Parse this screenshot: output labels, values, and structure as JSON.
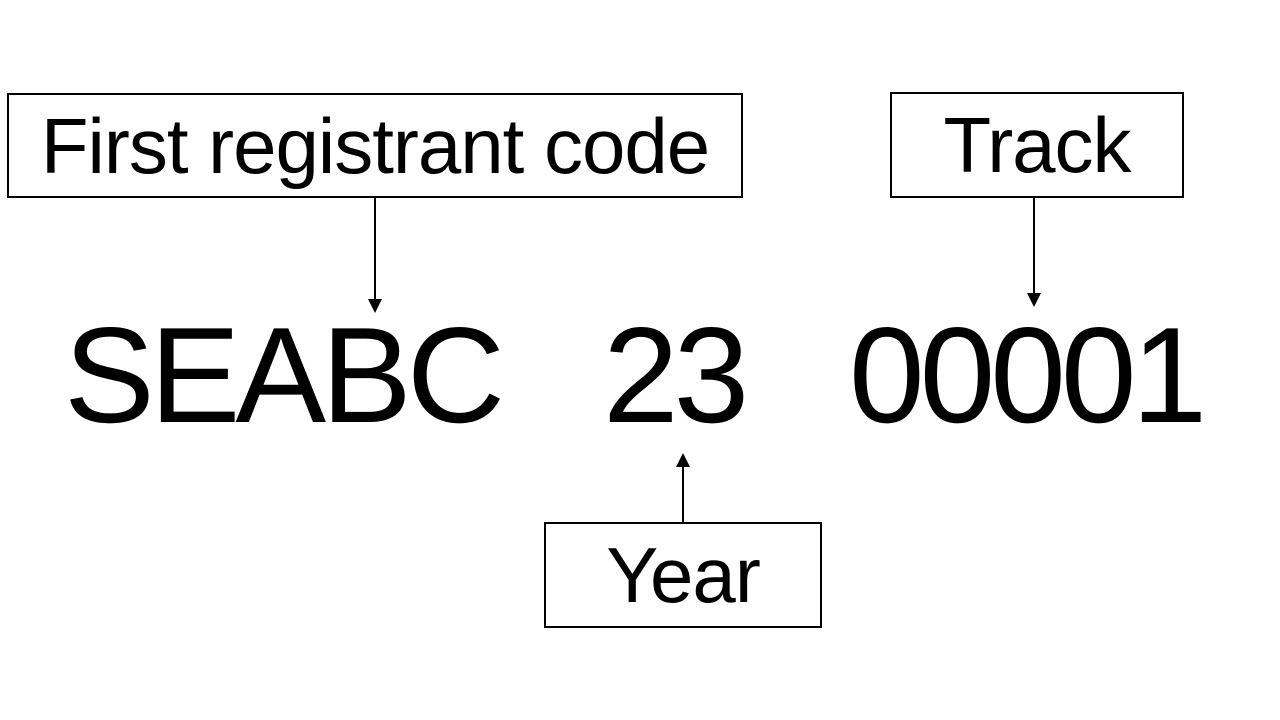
{
  "diagram": {
    "code_parts": [
      {
        "value": "SEABC",
        "label": "First registrant code"
      },
      {
        "value": "23",
        "label": "Year"
      },
      {
        "value": "00001",
        "label": "Track"
      }
    ]
  },
  "colors": {
    "background": "#ffffff",
    "text": "#000000",
    "box_border": "#000000",
    "arrow": "#000000"
  }
}
